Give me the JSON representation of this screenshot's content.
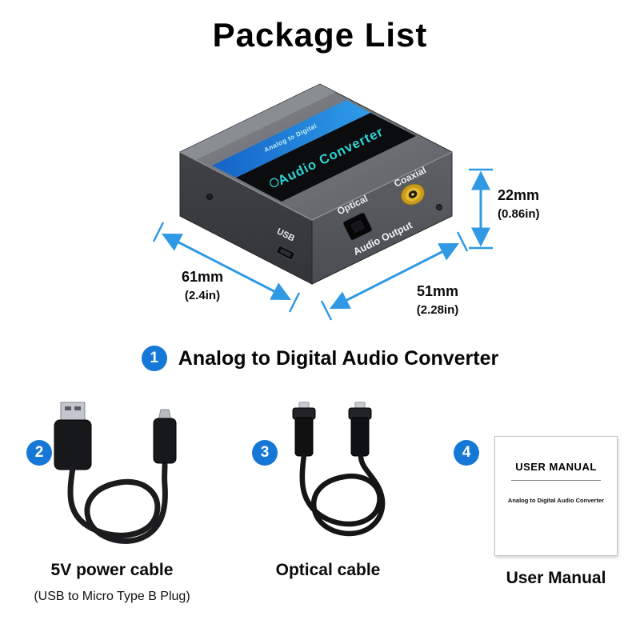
{
  "page": {
    "title": "Package List"
  },
  "device": {
    "brand": "Audio Converter",
    "tagline": "Analog to Digital",
    "port_labels": {
      "optical": "Optical",
      "coaxial": "Coaxial",
      "audio_output": "Audio Output",
      "usb": "USB"
    },
    "dimensions": {
      "height_mm": "22mm",
      "height_in": "(0.86in)",
      "length_mm": "61mm",
      "length_in": "(2.4in)",
      "width_mm": "51mm",
      "width_in": "(2.28in)"
    }
  },
  "items": [
    {
      "number": "1",
      "label": "Analog to Digital Audio Converter"
    },
    {
      "number": "2",
      "label": "5V power cable",
      "sublabel": "(USB to Micro Type B Plug)"
    },
    {
      "number": "3",
      "label": "Optical cable"
    },
    {
      "number": "4",
      "label": "User Manual",
      "manual_title": "USER MANUAL",
      "manual_subtitle": "Analog to Digital Audio Converter"
    }
  ],
  "colors": {
    "badge_blue": "#1577d6",
    "arrow_blue": "#2f99e3"
  }
}
